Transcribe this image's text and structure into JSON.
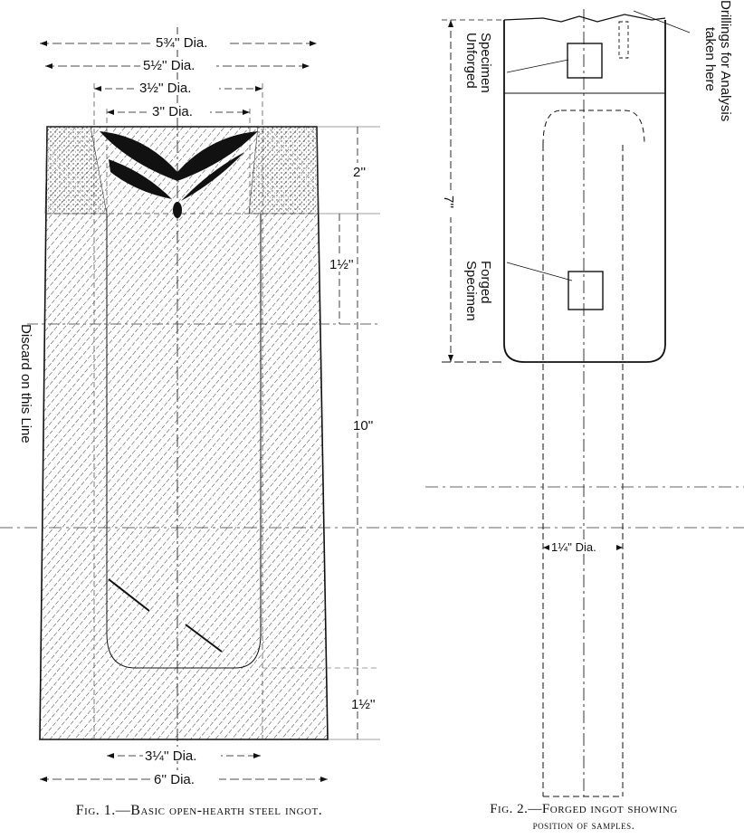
{
  "figure1": {
    "caption": "Fig. 1.—Basic open-hearth steel ingot.",
    "dims": {
      "top_a": "5¾'' Dia.",
      "top_b": "5½'' Dia.",
      "top_c": "3½'' Dia.",
      "top_d": "3'' Dia.",
      "right_a": "2''",
      "right_b": "1½''",
      "right_c": "10''",
      "right_d": "1½''",
      "bottom_a": "3¼'' Dia.",
      "bottom_b": "6'' Dia."
    },
    "discard_label": "Discard on this Line"
  },
  "figure2": {
    "caption_line1": "Fig. 2.—Forged ingot showing",
    "caption_line2": "position of samples.",
    "dim_length": "7''",
    "dim_dia": "1¼'' Dia.",
    "label_unforged_1": "Unforged",
    "label_unforged_2": "Specimen",
    "label_forged_1": "Forged",
    "label_forged_2": "Specimen",
    "label_drillings_1": "Drillings for Analysis",
    "label_drillings_2": "taken here"
  }
}
